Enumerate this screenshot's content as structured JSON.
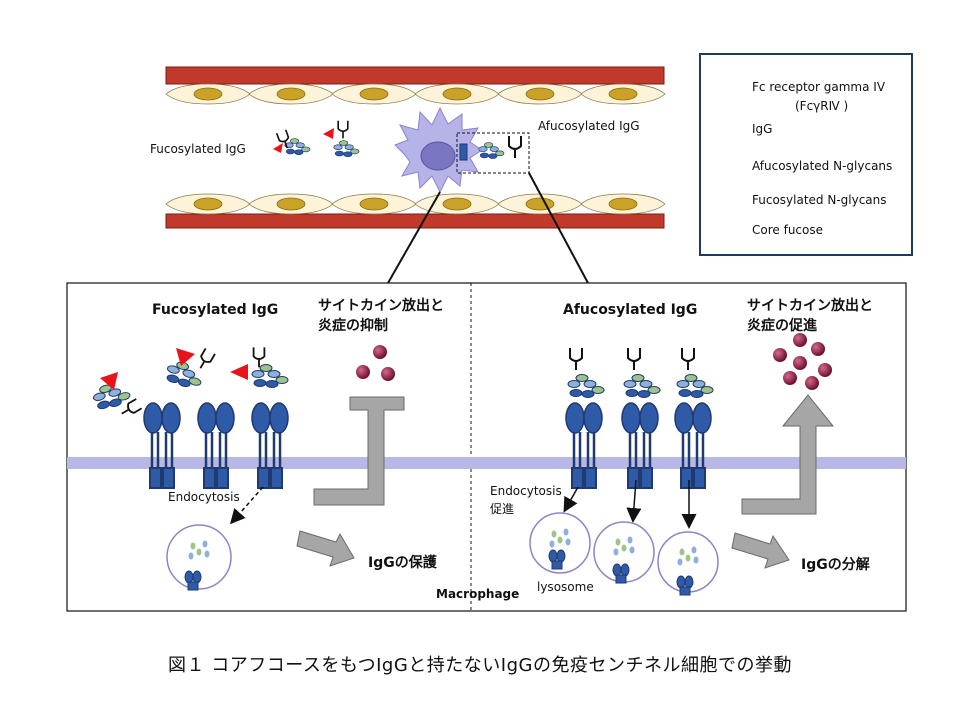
{
  "top": {
    "fucosylated_label": "Fucosylated IgG",
    "afucosylated_label": "Afucosylated IgG"
  },
  "legend": {
    "items": [
      {
        "icon": "fc-receptor-icon",
        "label": "Fc receptor gamma IV",
        "sublabel": "(FcγRⅣ )"
      },
      {
        "icon": "igg-icon",
        "label": "IgG"
      },
      {
        "icon": "afucosylated-glycan-icon",
        "label": "Afucosylated N-glycans"
      },
      {
        "icon": "fucosylated-glycan-icon",
        "label": "Fucosylated N-glycans"
      },
      {
        "icon": "core-fucose-icon",
        "label": "Core fucose"
      }
    ]
  },
  "panel": {
    "left": {
      "title": "Fucosylated IgG",
      "cytokine_line1": "サイトカイン放出と",
      "cytokine_line2": "炎症の抑制",
      "endocytosis": "Endocytosis",
      "outcome": "IgGの保護"
    },
    "right": {
      "title": "Afucosylated IgG",
      "cytokine_line1": "サイトカイン放出と",
      "cytokine_line2": "炎症の促進",
      "endocytosis_line1": "Endocytosis",
      "endocytosis_line2": "促進",
      "lysosome": "lysosome",
      "outcome": "IgGの分解"
    },
    "macrophage": "Macrophage"
  },
  "caption": "図１ コアフコースをもつIgGと持たないIgGの免疫センチネル細胞での挙動",
  "colors": {
    "vessel_red": "#c0392b",
    "endothelium": "#fdf3d8",
    "nucleus": "#c9a227",
    "receptor_blue": "#2e5aa8",
    "receptor_dark": "#1f3a6f",
    "membrane": "#b8b8e6",
    "cytokine": "#8b1a3a",
    "fucose_red": "#e8141a",
    "arrow_gray": "#a6a6a6",
    "macrophage_purple": "#b6b3e8"
  }
}
